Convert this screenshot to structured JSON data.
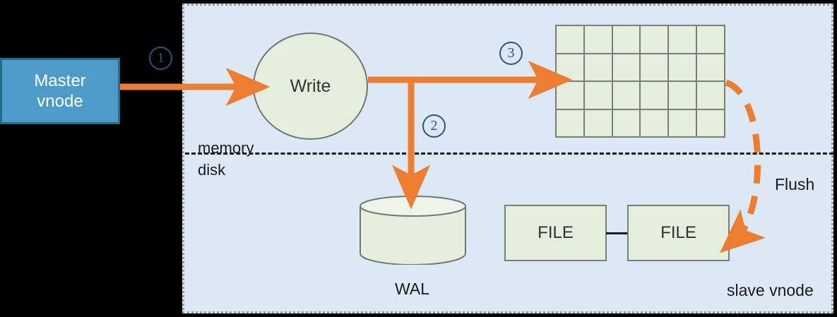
{
  "diagram": {
    "title": "TDengine vnode write path",
    "colors": {
      "panel_bg": "#dde8f5",
      "panel_border": "#9a9a9a",
      "master_fill": "#4e9bc9",
      "master_border": "#1f6f8b",
      "node_fill": "#e4eedc",
      "node_border": "#7c7c7c",
      "arrow": "#ed7d31",
      "badge": "#28567f",
      "background": "#000000"
    },
    "master_vnode": {
      "line1": "Master",
      "line2": "vnode"
    },
    "write_node": {
      "label": "Write"
    },
    "memtable": {
      "columns": 6,
      "rows": 4
    },
    "wal": {
      "label": "WAL"
    },
    "files": [
      {
        "label": "FILE"
      },
      {
        "label": "FILE"
      }
    ],
    "tiers": {
      "memory": "memory",
      "disk": "disk"
    },
    "flush": {
      "label": "Flush"
    },
    "panel": {
      "label": "slave vnode"
    },
    "steps": [
      {
        "number": "1"
      },
      {
        "number": "2"
      },
      {
        "number": "3"
      }
    ]
  }
}
